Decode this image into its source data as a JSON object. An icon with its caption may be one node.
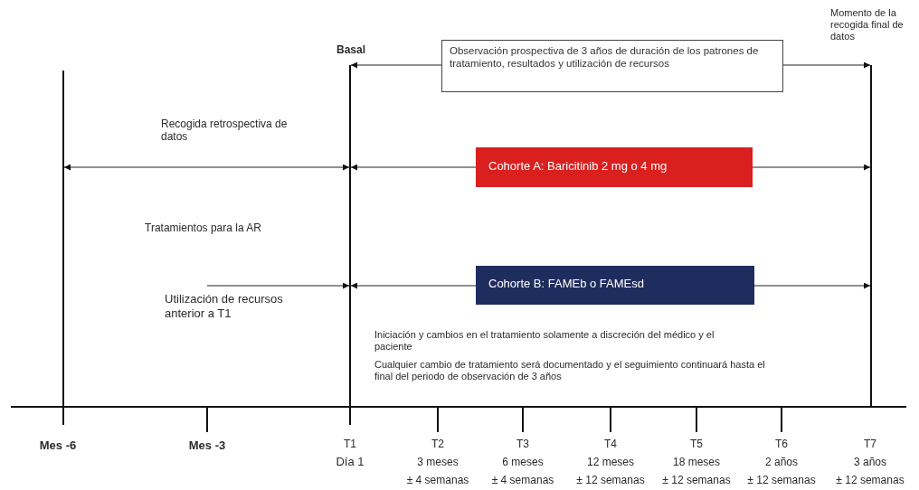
{
  "diagram": {
    "nodes": [
      {
        "text": [],
        "shape": "bar"
      },
      {
        "text": [],
        "shape": "bar"
      },
      {
        "text": [],
        "shape": "bar"
      },
      {
        "text": [
          "Observación prospectiva de 3 años de duración de los patrones de tratamiento, resultados y utilización de recursos"
        ]
      },
      {
        "text": [
          "Cohorte A: Baricitinib 2 mg o 4 mg"
        ]
      },
      {
        "text": [
          "Cohorte B: FAMEb o FAMEsd"
        ]
      }
    ],
    "edges": [
      {
        "from": 3,
        "to": 1,
        "arrow": "to"
      },
      {
        "from": 3,
        "to": 2,
        "arrow": "to"
      },
      {
        "from": 0,
        "to": 1,
        "arrow": "both"
      },
      {
        "from": 4,
        "to": 1,
        "arrow": "to"
      },
      {
        "from": 4,
        "to": 2,
        "arrow": "to"
      },
      {
        "from": 5,
        "to": 1,
        "arrow": "to"
      },
      {
        "from": 5,
        "to": 2,
        "arrow": "to"
      },
      {
        "from": null,
        "to": 1,
        "arrow": "to"
      }
    ],
    "labels": [
      "Momento de la recogida final de datos",
      "Basal",
      "Recogida retrospectiva de datos",
      "Tratamientos para la AR",
      "Utilización de recursos anterior a T1",
      "Iniciación y cambios en el tratamiento solamente a discreción del médico y el paciente",
      "Cualquier cambio de tratamiento será documentado y el seguimiento continuará hasta el final del periodo de observación de 3 años",
      "Mes -6",
      "Mes -3",
      "T1",
      "Día 1",
      "T2",
      "3 meses",
      "± 4 semanas",
      "T3",
      "6 meses",
      "± 4 semanas",
      "T4",
      "12 meses",
      "± 12 semanas",
      "T5",
      "18 meses",
      "± 12 semanas",
      "T6",
      "2 años",
      "± 12 semanas",
      "T7",
      "3 años",
      "± 12 semanas"
    ]
  }
}
